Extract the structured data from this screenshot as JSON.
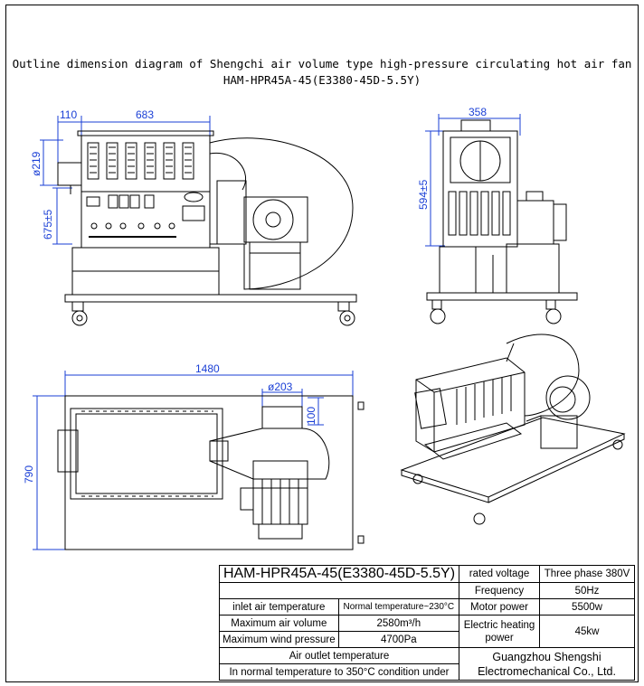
{
  "title": {
    "line1": "Outline dimension diagram of Shengchi air volume type high-pressure circulating hot air fan",
    "line2": "HAM-HPR45A-45(E3380-45D-5.5Y)"
  },
  "dimensions": {
    "front_side_offset": "110",
    "front_width": "683",
    "front_inlet_dia": "ø219",
    "front_height": "675±5",
    "side_width": "358",
    "side_height": "594±5",
    "top_length": "1480",
    "top_outlet_dia": "ø203",
    "top_outlet_len": "100",
    "top_width": "790"
  },
  "spec_table": {
    "model": "HAM-HPR45A-45(E3380-45D-5.5Y)",
    "rows": [
      {
        "label": "inlet air temperature",
        "value": "Normal temperature~230°C"
      },
      {
        "label": "Maximum air volume",
        "value": "2580m³/h"
      },
      {
        "label": "Maximum wind pressure",
        "value": "4700Pa"
      }
    ],
    "outlet_label": "Air outlet temperature",
    "outlet_value": "In normal temperature to 350°C condition under",
    "right_rows": [
      {
        "label": "rated voltage",
        "value": "Three phase 380V"
      },
      {
        "label": "Frequency",
        "value": "50Hz"
      },
      {
        "label": "Motor power",
        "value": "5500w"
      },
      {
        "label": "Electric heating power",
        "value": "45kw"
      }
    ],
    "company": "Guangzhou Shengshi Electromechanical Co., Ltd."
  },
  "colors": {
    "dimension": "#1a3fd6",
    "line": "#000000"
  }
}
